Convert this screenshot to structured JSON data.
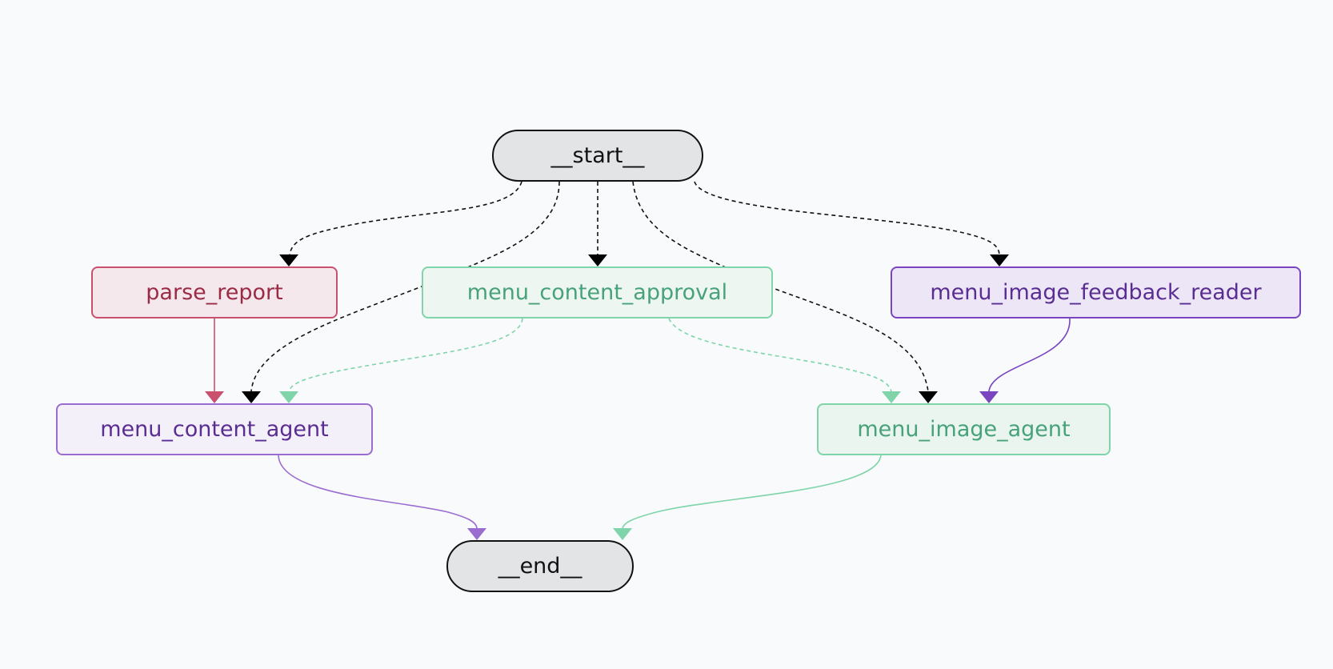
{
  "nodes": {
    "start": "__start__",
    "end": "__end__",
    "parse_report": "parse_report",
    "menu_content_approval": "menu_content_approval",
    "menu_image_feedback_reader": "menu_image_feedback_reader",
    "menu_content_agent": "menu_content_agent",
    "menu_image_agent": "menu_image_agent"
  },
  "edges": [
    {
      "from": "__start__",
      "to": "parse_report",
      "style": "dashed",
      "color": "#111111"
    },
    {
      "from": "__start__",
      "to": "menu_content_agent",
      "style": "dashed",
      "color": "#111111"
    },
    {
      "from": "__start__",
      "to": "menu_content_approval",
      "style": "dashed",
      "color": "#111111"
    },
    {
      "from": "__start__",
      "to": "menu_image_agent",
      "style": "dashed",
      "color": "#111111"
    },
    {
      "from": "__start__",
      "to": "menu_image_feedback_reader",
      "style": "dashed",
      "color": "#111111"
    },
    {
      "from": "parse_report",
      "to": "menu_content_agent",
      "style": "solid",
      "color": "#c9516e"
    },
    {
      "from": "menu_content_approval",
      "to": "menu_content_agent",
      "style": "dashed",
      "color": "#7fd4a9"
    },
    {
      "from": "menu_content_approval",
      "to": "menu_image_agent",
      "style": "dashed",
      "color": "#7fd4a9"
    },
    {
      "from": "menu_image_feedback_reader",
      "to": "menu_image_agent",
      "style": "solid",
      "color": "#7a45c0"
    },
    {
      "from": "menu_content_agent",
      "to": "__end__",
      "style": "solid",
      "color": "#9b6dd0"
    },
    {
      "from": "menu_image_agent",
      "to": "__end__",
      "style": "solid",
      "color": "#7fd4a9"
    }
  ]
}
